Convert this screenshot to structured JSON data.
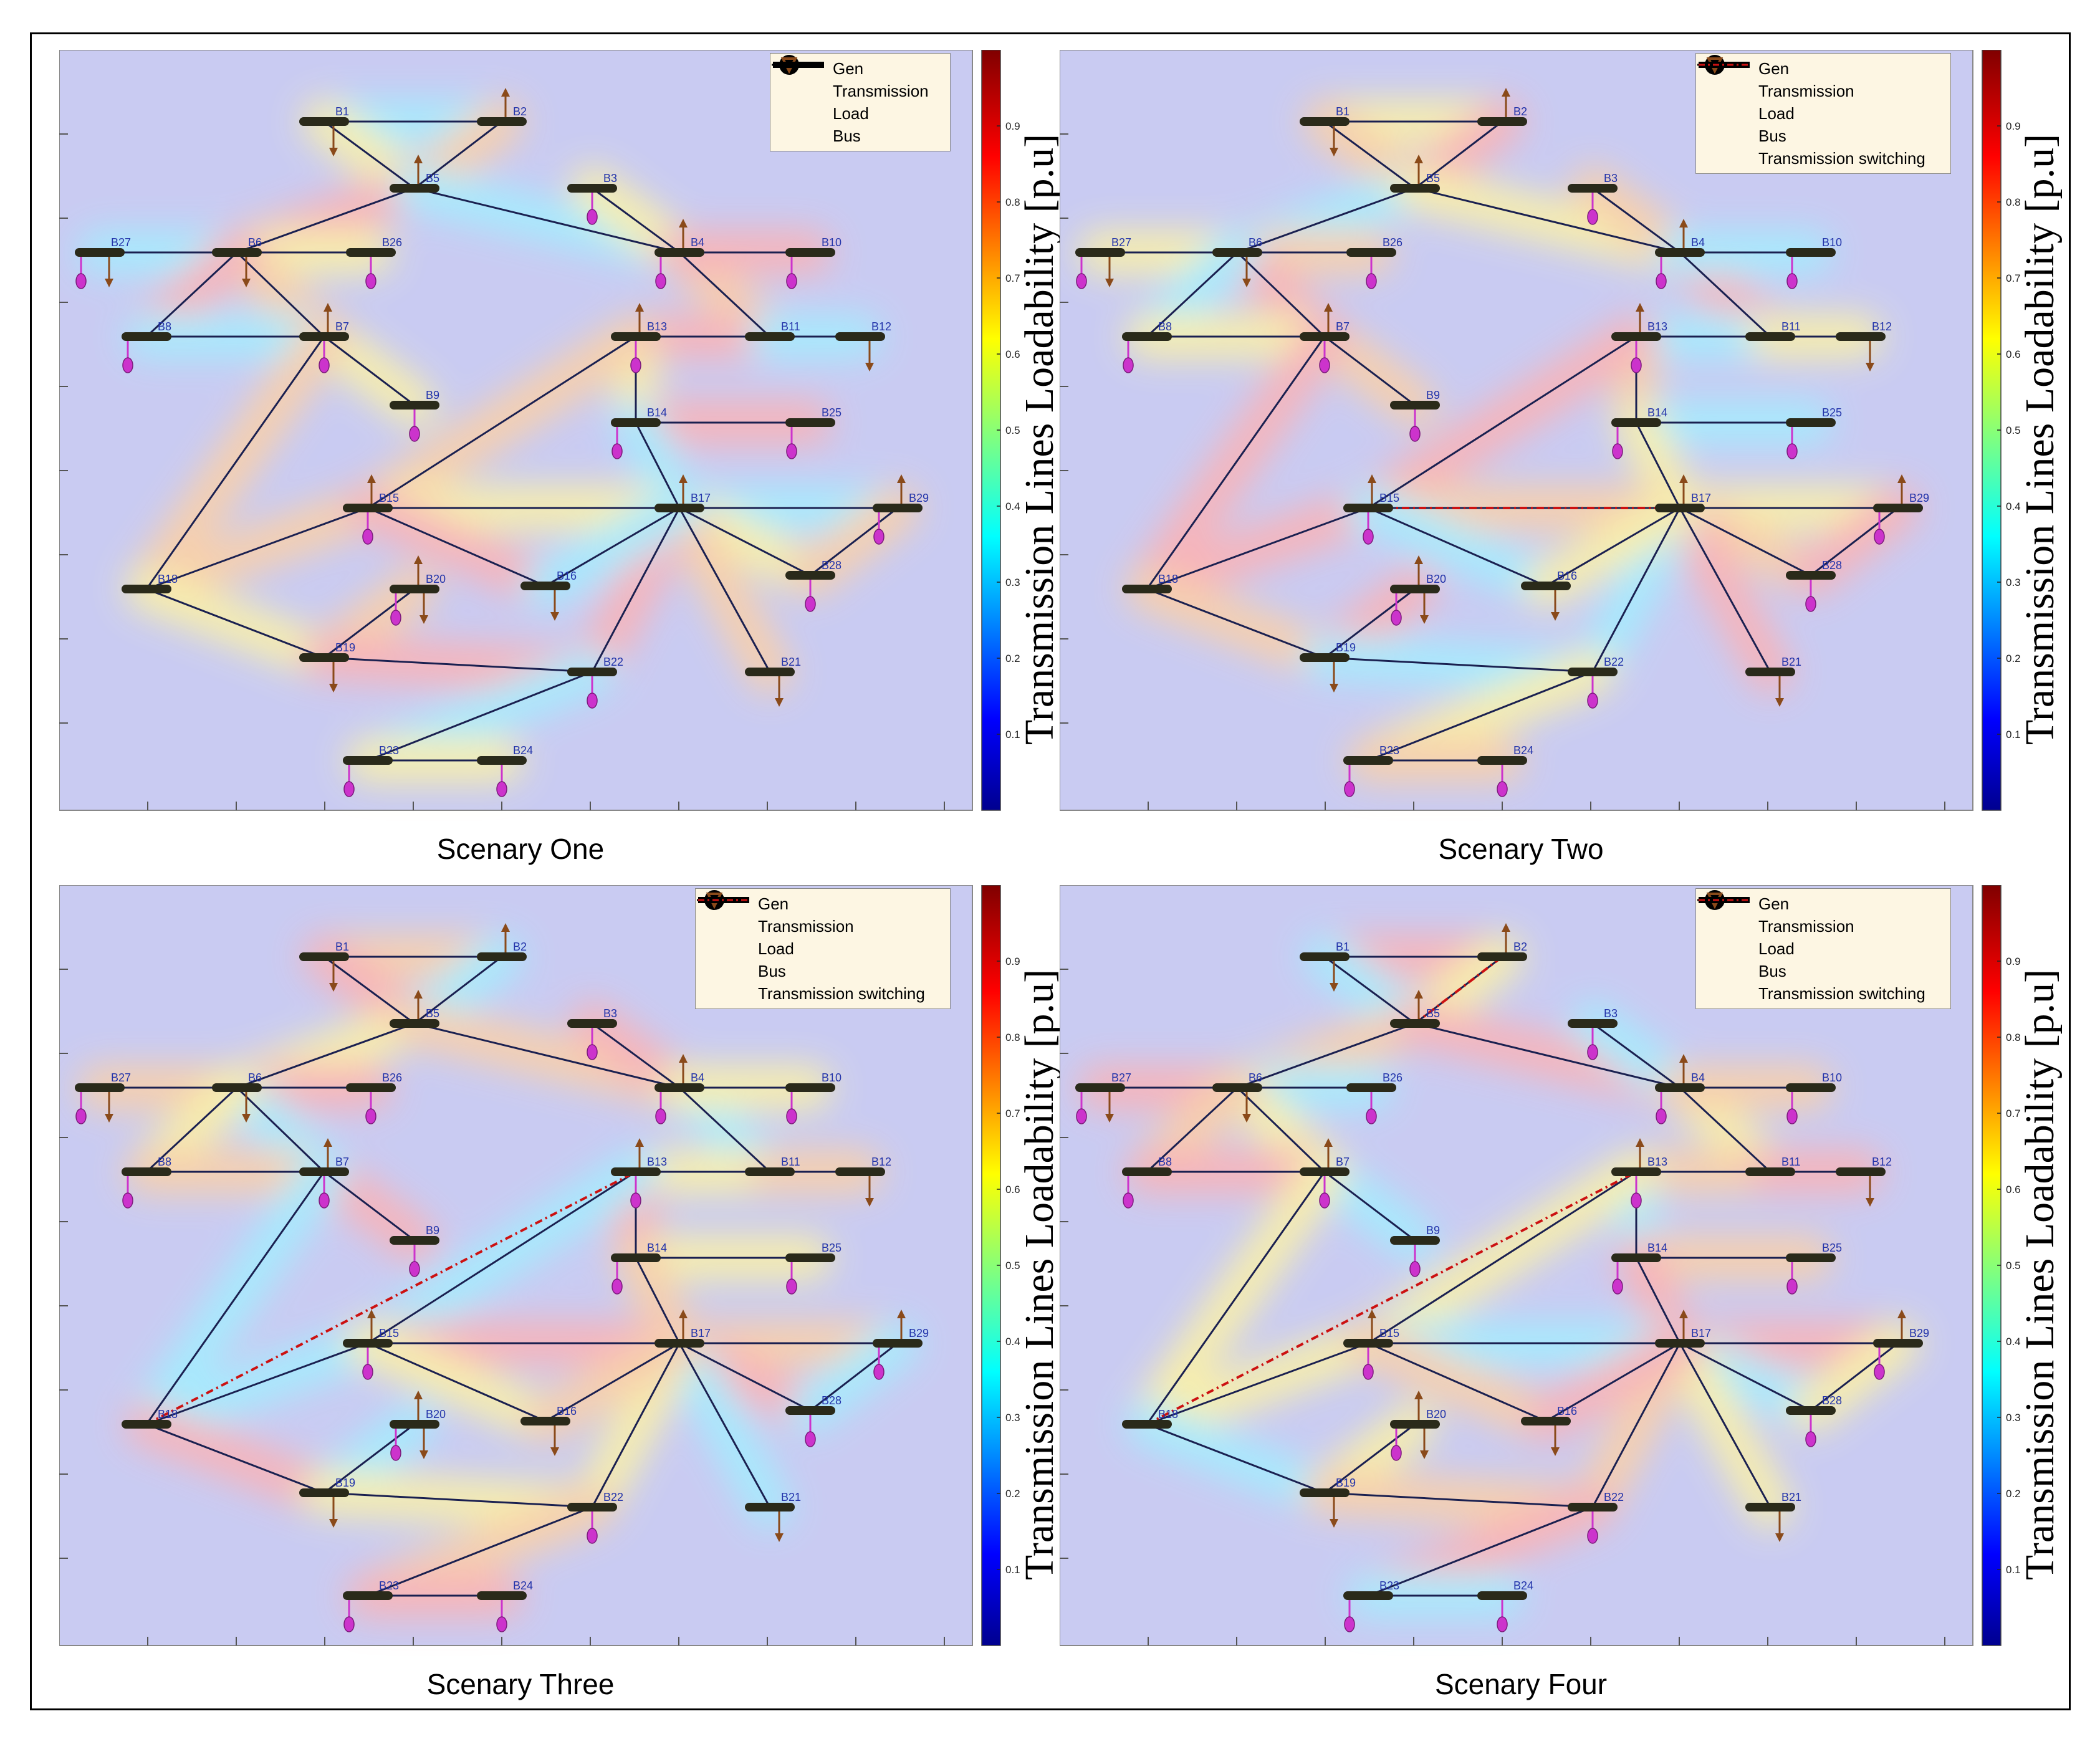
{
  "colorbar": {
    "label": "Transmission Lines Loadability [p.u]",
    "ticks": [
      "0.1",
      "0.2",
      "0.3",
      "0.4",
      "0.5",
      "0.6",
      "0.7",
      "0.8",
      "0.9"
    ]
  },
  "legend_items": {
    "gen": "Gen",
    "transmission": "Transmission",
    "load": "Load",
    "bus": "Bus",
    "switching": "Transmission switching"
  },
  "colors": {
    "line_base": "#1a2050",
    "switching_line": "#cc1111",
    "generator": "#cc33cc",
    "load": "#8a4a1a",
    "bus_label": "#2233aa"
  },
  "buses": [
    "B1",
    "B2",
    "B3",
    "B4",
    "B5",
    "B6",
    "B7",
    "B8",
    "B9",
    "B10",
    "B11",
    "B12",
    "B13",
    "B14",
    "B15",
    "B16",
    "B17",
    "B18",
    "B19",
    "B20",
    "B21",
    "B22",
    "B23",
    "B24",
    "B25",
    "B26",
    "B27",
    "B28",
    "B29"
  ],
  "panels": [
    {
      "caption": "Scenary One",
      "show_switching_legend": false,
      "switching": []
    },
    {
      "caption": "Scenary Two",
      "show_switching_legend": true,
      "switching": [
        [
          "B15",
          "B17"
        ]
      ]
    },
    {
      "caption": "Scenary Three",
      "show_switching_legend": true,
      "switching": [
        [
          "B18",
          "B13"
        ]
      ]
    },
    {
      "caption": "Scenary Four",
      "show_switching_legend": true,
      "switching": [
        [
          "B18",
          "B13"
        ],
        [
          "B5",
          "B2"
        ]
      ]
    }
  ],
  "lines": [
    [
      "B1",
      "B2"
    ],
    [
      "B1",
      "B5"
    ],
    [
      "B2",
      "B5"
    ],
    [
      "B5",
      "B6"
    ],
    [
      "B5",
      "B4"
    ],
    [
      "B3",
      "B4"
    ],
    [
      "B4",
      "B11"
    ],
    [
      "B4",
      "B10"
    ],
    [
      "B6",
      "B27"
    ],
    [
      "B6",
      "B26"
    ],
    [
      "B6",
      "B7"
    ],
    [
      "B6",
      "B8"
    ],
    [
      "B8",
      "B7"
    ],
    [
      "B7",
      "B9"
    ],
    [
      "B7",
      "B18"
    ],
    [
      "B13",
      "B11"
    ],
    [
      "B11",
      "B12"
    ],
    [
      "B13",
      "B14"
    ],
    [
      "B13",
      "B15"
    ],
    [
      "B14",
      "B25"
    ],
    [
      "B14",
      "B17"
    ],
    [
      "B15",
      "B17"
    ],
    [
      "B15",
      "B18"
    ],
    [
      "B15",
      "B16"
    ],
    [
      "B17",
      "B29"
    ],
    [
      "B17",
      "B28"
    ],
    [
      "B17",
      "B21"
    ],
    [
      "B17",
      "B22"
    ],
    [
      "B17",
      "B16"
    ],
    [
      "B18",
      "B19"
    ],
    [
      "B19",
      "B20"
    ],
    [
      "B19",
      "B22"
    ],
    [
      "B22",
      "B23"
    ],
    [
      "B23",
      "B24"
    ],
    [
      "B28",
      "B29"
    ]
  ],
  "generators": [
    "B3",
    "B4",
    "B7",
    "B8",
    "B9",
    "B10",
    "B13",
    "B14",
    "B15",
    "B20",
    "B22",
    "B23",
    "B24",
    "B25",
    "B26",
    "B27",
    "B28",
    "B29"
  ],
  "loads_down": [
    "B1",
    "B6",
    "B12",
    "B16",
    "B19",
    "B21",
    "B27",
    "B20"
  ],
  "loads_up": [
    "B2",
    "B4",
    "B5",
    "B7",
    "B13",
    "B15",
    "B17",
    "B20",
    "B29"
  ]
}
